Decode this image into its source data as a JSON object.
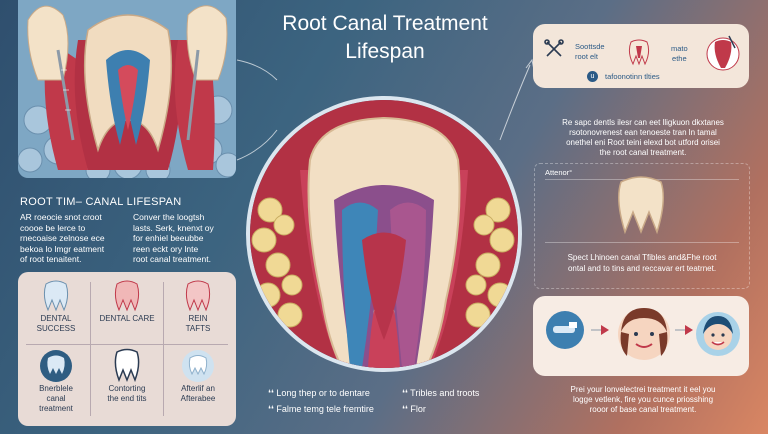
{
  "title_line1": "Root Canal Treatment",
  "title_line2": "Lifespan",
  "left": {
    "heading": "ROOT TIM– CANAL LIFESPAN",
    "col1": [
      "AR roeocie snot croot",
      "coooe be lerce to",
      "rnecoaise zelnose ece",
      "bekoa lo lmgr eatment",
      "of root tenaitent."
    ],
    "col2": [
      "Conver the loogtsh",
      "lasts. Serk, knenxt oy",
      "for enhiel beeubbe",
      "reen eckt ory lnte",
      "root canal treatment."
    ],
    "grid": {
      "c1": {
        "l1": "DENTAL",
        "l2": "SUCCESS"
      },
      "c2": {
        "l1": "DENTAL CARE"
      },
      "c3": {
        "l1": "REIN",
        "l2": "TAFTS"
      },
      "c4": {
        "l1": "Bnerblele",
        "l2": "canal",
        "l3": "treatment"
      },
      "c5": {
        "l1": "Contorting",
        "l2": "the end tits"
      },
      "c6": {
        "l1": "Afterlif an",
        "l2": "Afterabee"
      }
    }
  },
  "right": {
    "top_card": {
      "t1": "Soottsde",
      "t2": "root elt",
      "t3": "mato",
      "t4": "ethe",
      "t5": "u",
      "t6": "tafoonotinn tlties"
    },
    "para1": [
      "Re sapc dentls ilesr can eet lligkuon dkxtanes",
      "rsotonovrenest ean tenoeste tran ln tamal",
      "onethel eni Root teini elexd bot utford orisei",
      "the root canal treatment."
    ],
    "aftercare": "Attenor°",
    "para2": [
      "Spect Lhinoen canal Tfibles and&Fhe root",
      "ontal and to tins and reccavar ert teatrnet."
    ],
    "para3": [
      "Prei your lonvelectrei treatment it eel you",
      "logge vetlenk, fire you cunce priosshing",
      "rooor of base canal treatment."
    ]
  },
  "bottom": {
    "b1": "Long thep or to dentare",
    "b2": "Falme temg tele fremtire",
    "b3": "Tribles and troots",
    "b4": "Flor"
  }
}
